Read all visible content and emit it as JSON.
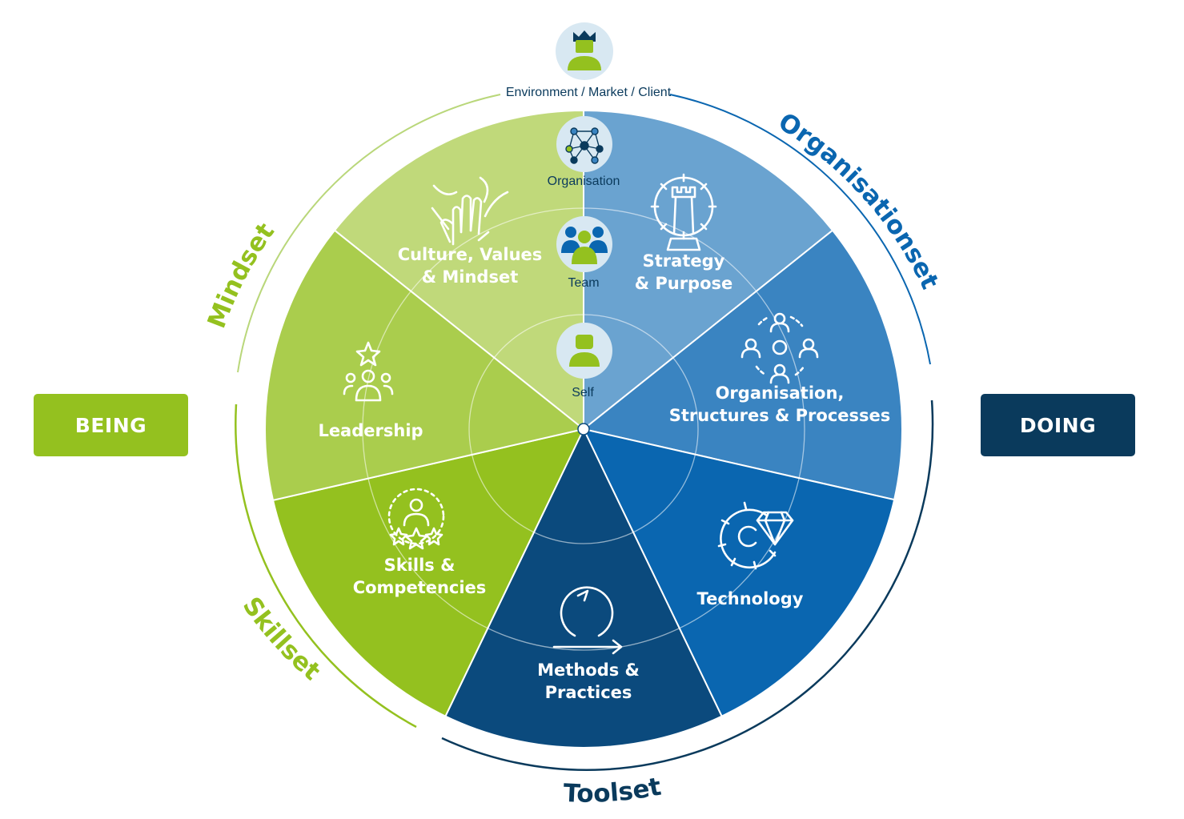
{
  "side_labels": {
    "being": "BEING",
    "doing": "DOING"
  },
  "arc_titles": {
    "mindset": "Mindset",
    "organisationset": "Organisationset",
    "skillset": "Skillset",
    "toolset": "Toolset"
  },
  "rings": {
    "environment": "Environment / Market / Client",
    "organisation": "Organisation",
    "team": "Team",
    "self": "Self"
  },
  "segments": [
    {
      "id": "culture",
      "lines": [
        "Culture, Values",
        "& Mindset"
      ],
      "color": "#c0d97a",
      "icon": "high-five-icon"
    },
    {
      "id": "strategy",
      "lines": [
        "Strategy",
        "& Purpose"
      ],
      "color": "#6aa3d0",
      "icon": "gear-chess-rook-icon"
    },
    {
      "id": "organisation",
      "lines": [
        "Organisation,",
        "Structures & Processes"
      ],
      "color": "#3a84c1",
      "icon": "people-network-icon"
    },
    {
      "id": "technology",
      "lines": [
        "Technology"
      ],
      "color": "#0a66b0",
      "icon": "gear-diamond-icon"
    },
    {
      "id": "methods",
      "lines": [
        "Methods &",
        "Practices"
      ],
      "color": "#0b4a7d",
      "icon": "agile-cycle-icon"
    },
    {
      "id": "skills",
      "lines": [
        "Skills &",
        "Competencies"
      ],
      "color": "#94c11f",
      "icon": "person-stars-icon"
    },
    {
      "id": "leadership",
      "lines": [
        "Leadership"
      ],
      "color": "#aacd4d",
      "icon": "leader-group-icon"
    }
  ],
  "colors": {
    "green": "#94c11f",
    "green_light": "#c0d97a",
    "blue": "#0a66b0",
    "navy": "#0a3a5c",
    "ring_line": "#ffffff",
    "badge_bg": "#d8e8f2"
  }
}
